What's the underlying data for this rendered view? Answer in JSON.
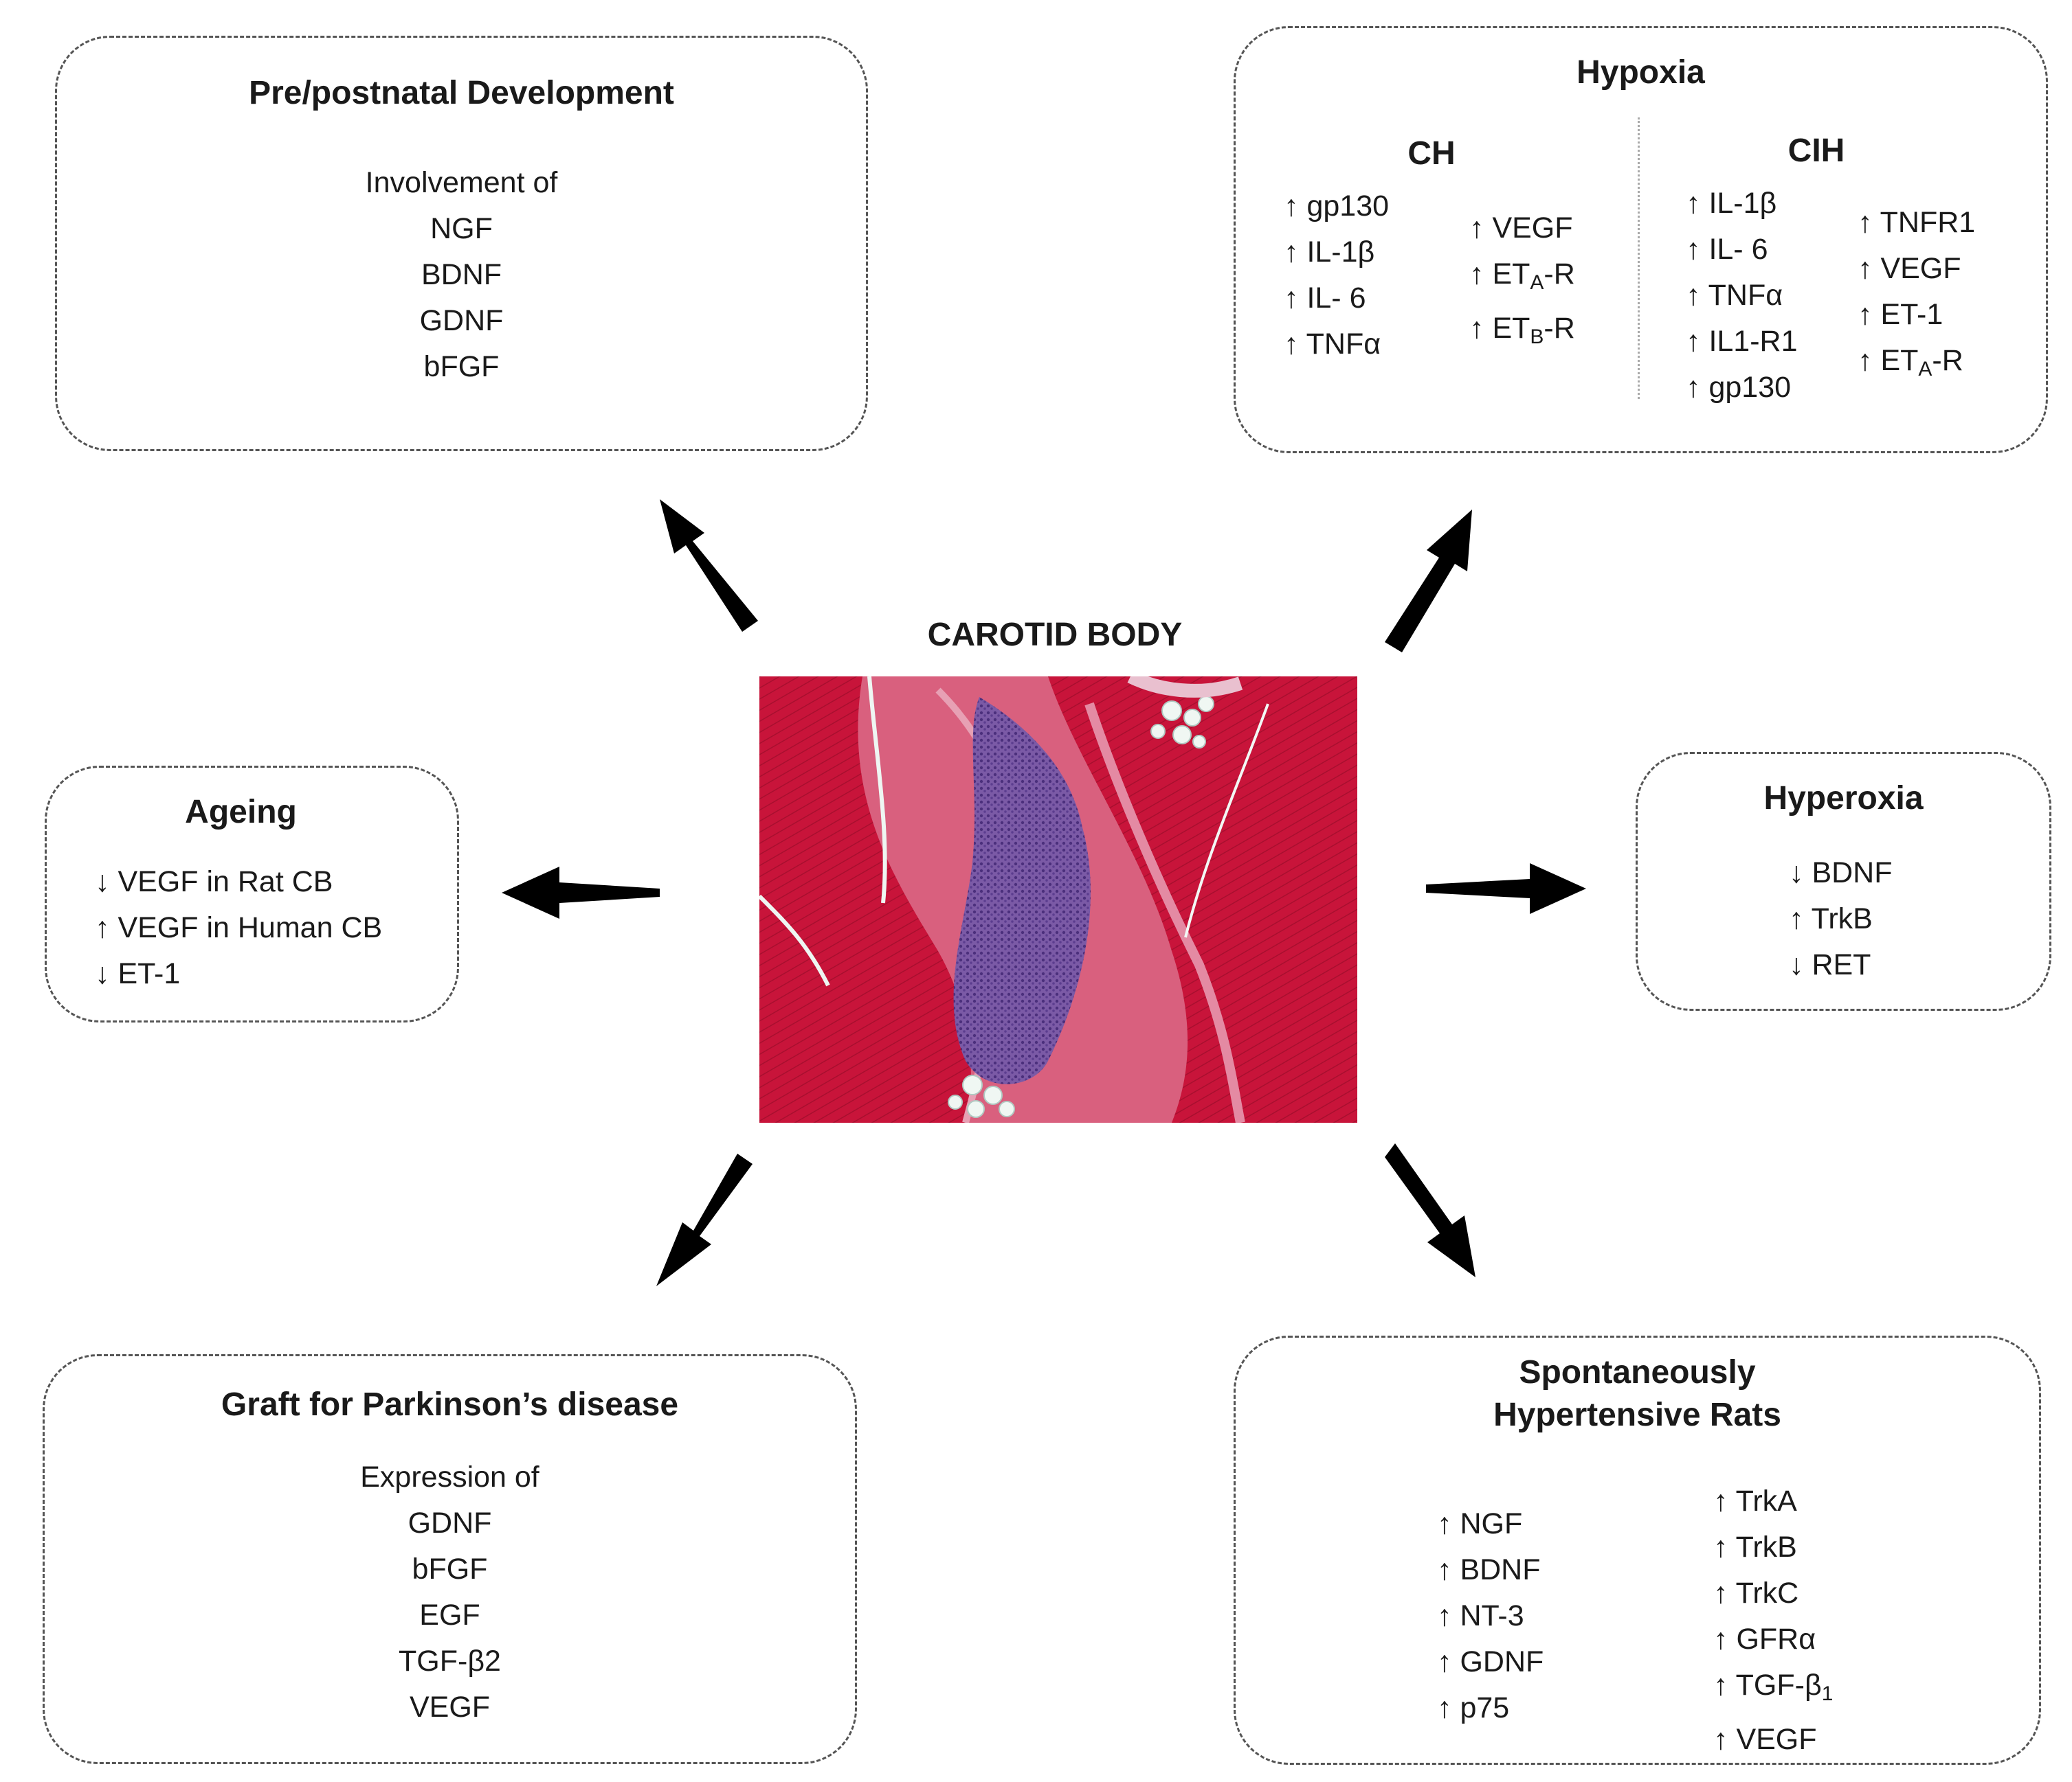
{
  "center": {
    "title": "CAROTID BODY",
    "image_icon": "histology-micrograph"
  },
  "development": {
    "title": "Pre/postnatal Development",
    "intro": "Involvement of",
    "items": [
      "NGF",
      "BDNF",
      "GDNF",
      "bFGF"
    ]
  },
  "hypoxia": {
    "title": "Hypoxia",
    "ch": {
      "title": "CH",
      "col1": [
        "↑ gp130",
        "↑ IL-1β",
        "↑ IL- 6",
        "↑ TNFα"
      ],
      "col2": {
        "item1": "↑ VEGF",
        "item2_pre": "↑ ET",
        "item2_sub": "A",
        "item2_post": "-R",
        "item3_pre": "↑ ET",
        "item3_sub": "B",
        "item3_post": "-R"
      }
    },
    "cih": {
      "title": "CIH",
      "col1": [
        "↑ IL-1β",
        "↑ IL- 6",
        "↑ TNFα",
        "↑ IL1-R1",
        "↑ gp130"
      ],
      "col2": {
        "item1": "↑ TNFR1",
        "item2": "↑ VEGF",
        "item3": "↑ ET-1",
        "item4_pre": "↑ ET",
        "item4_sub": "A",
        "item4_post": "-R"
      }
    }
  },
  "ageing": {
    "title": "Ageing",
    "items": [
      "↓ VEGF in Rat CB",
      "↑ VEGF in Human CB",
      "↓ ET-1"
    ]
  },
  "hyperoxia": {
    "title": "Hyperoxia",
    "items": [
      "↓ BDNF",
      "↑ TrkB",
      "↓ RET"
    ]
  },
  "parkinson": {
    "title": "Graft for Parkinson’s disease",
    "intro": "Expression of",
    "items": [
      "GDNF",
      "bFGF",
      "EGF",
      "TGF-β2",
      "VEGF"
    ]
  },
  "shr": {
    "title_line1": "Spontaneously",
    "title_line2": "Hypertensive Rats",
    "col1": [
      "↑ NGF",
      "↑ BDNF",
      "↑ NT-3",
      "↑ GDNF",
      "↑ p75"
    ],
    "col2": {
      "item1": "↑ TrkA",
      "item2": "↑ TrkB",
      "item3": "↑ TrkC",
      "item4": "↑ GFRα",
      "item5_pre": "↑ TGF-β",
      "item5_sub": "1",
      "item6": "↑ VEGF"
    }
  },
  "colors": {
    "tissue_red": "#c8143a",
    "tissue_pink": "#d9607e",
    "tissue_purple": "#6a4a9a",
    "arrow": "#000000"
  }
}
